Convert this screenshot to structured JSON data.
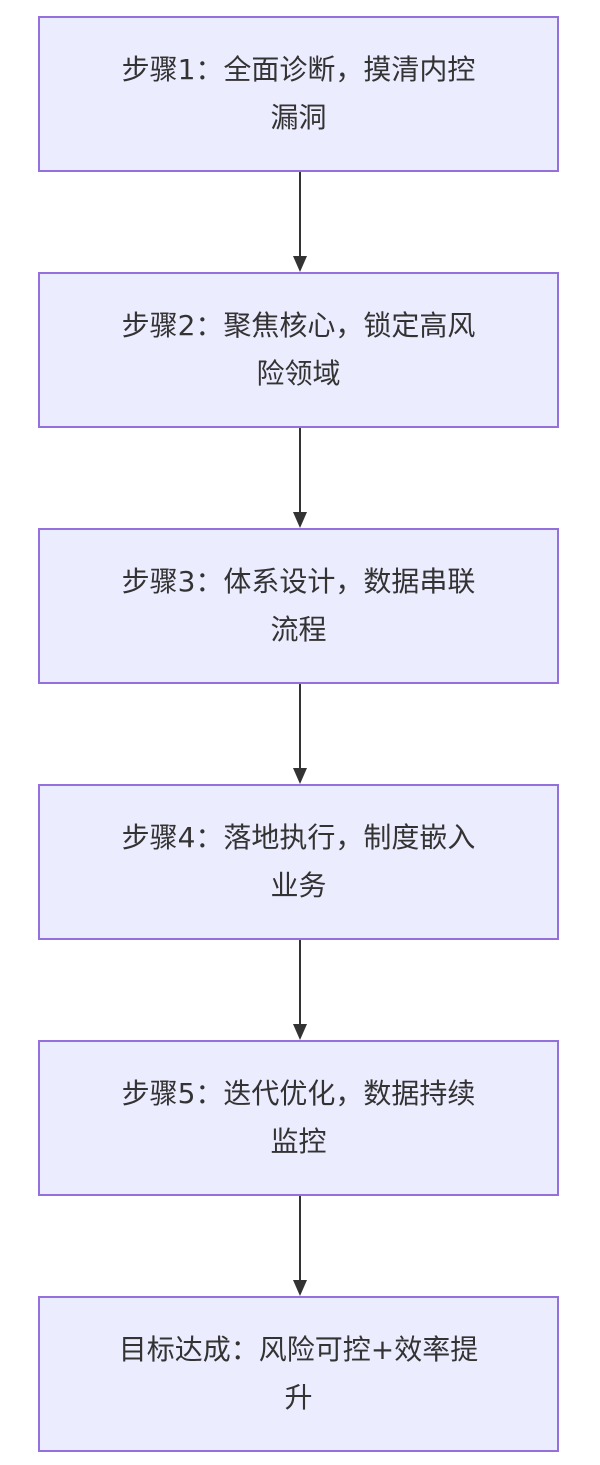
{
  "diagram": {
    "type": "flowchart",
    "direction": "top-down",
    "node_fill": "#ececff",
    "node_border": "#9370db",
    "edge_color": "#333333",
    "nodes": [
      {
        "id": "step1",
        "label": "步骤1：全面诊断，摸清内控漏洞"
      },
      {
        "id": "step2",
        "label": "步骤2：聚焦核心，锁定高风险领域"
      },
      {
        "id": "step3",
        "label": "步骤3：体系设计，数据串联流程"
      },
      {
        "id": "step4",
        "label": "步骤4：落地执行，制度嵌入业务"
      },
      {
        "id": "step5",
        "label": "步骤5：迭代优化，数据持续监控"
      },
      {
        "id": "goal",
        "label": "目标达成：风险可控+效率提升"
      }
    ],
    "edges": [
      {
        "from": "step1",
        "to": "step2"
      },
      {
        "from": "step2",
        "to": "step3"
      },
      {
        "from": "step3",
        "to": "step4"
      },
      {
        "from": "step4",
        "to": "step5"
      },
      {
        "from": "step5",
        "to": "goal"
      }
    ]
  }
}
